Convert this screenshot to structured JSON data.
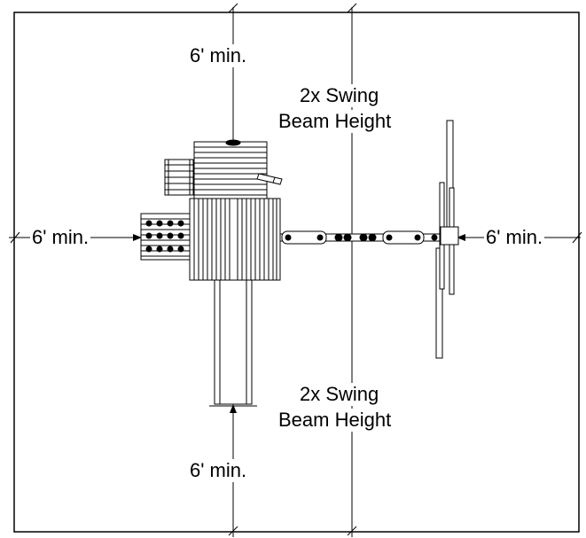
{
  "diagram": {
    "labels": {
      "top_min": "6' min.",
      "bottom_min": "6' min.",
      "left_min": "6' min.",
      "right_min": "6' min.",
      "swing_top_line1": "2x Swing",
      "swing_top_line2": "Beam Height",
      "swing_bottom_line1": "2x Swing",
      "swing_bottom_line2": "Beam Height"
    },
    "colors": {
      "line": "#000000",
      "background": "#ffffff"
    }
  }
}
